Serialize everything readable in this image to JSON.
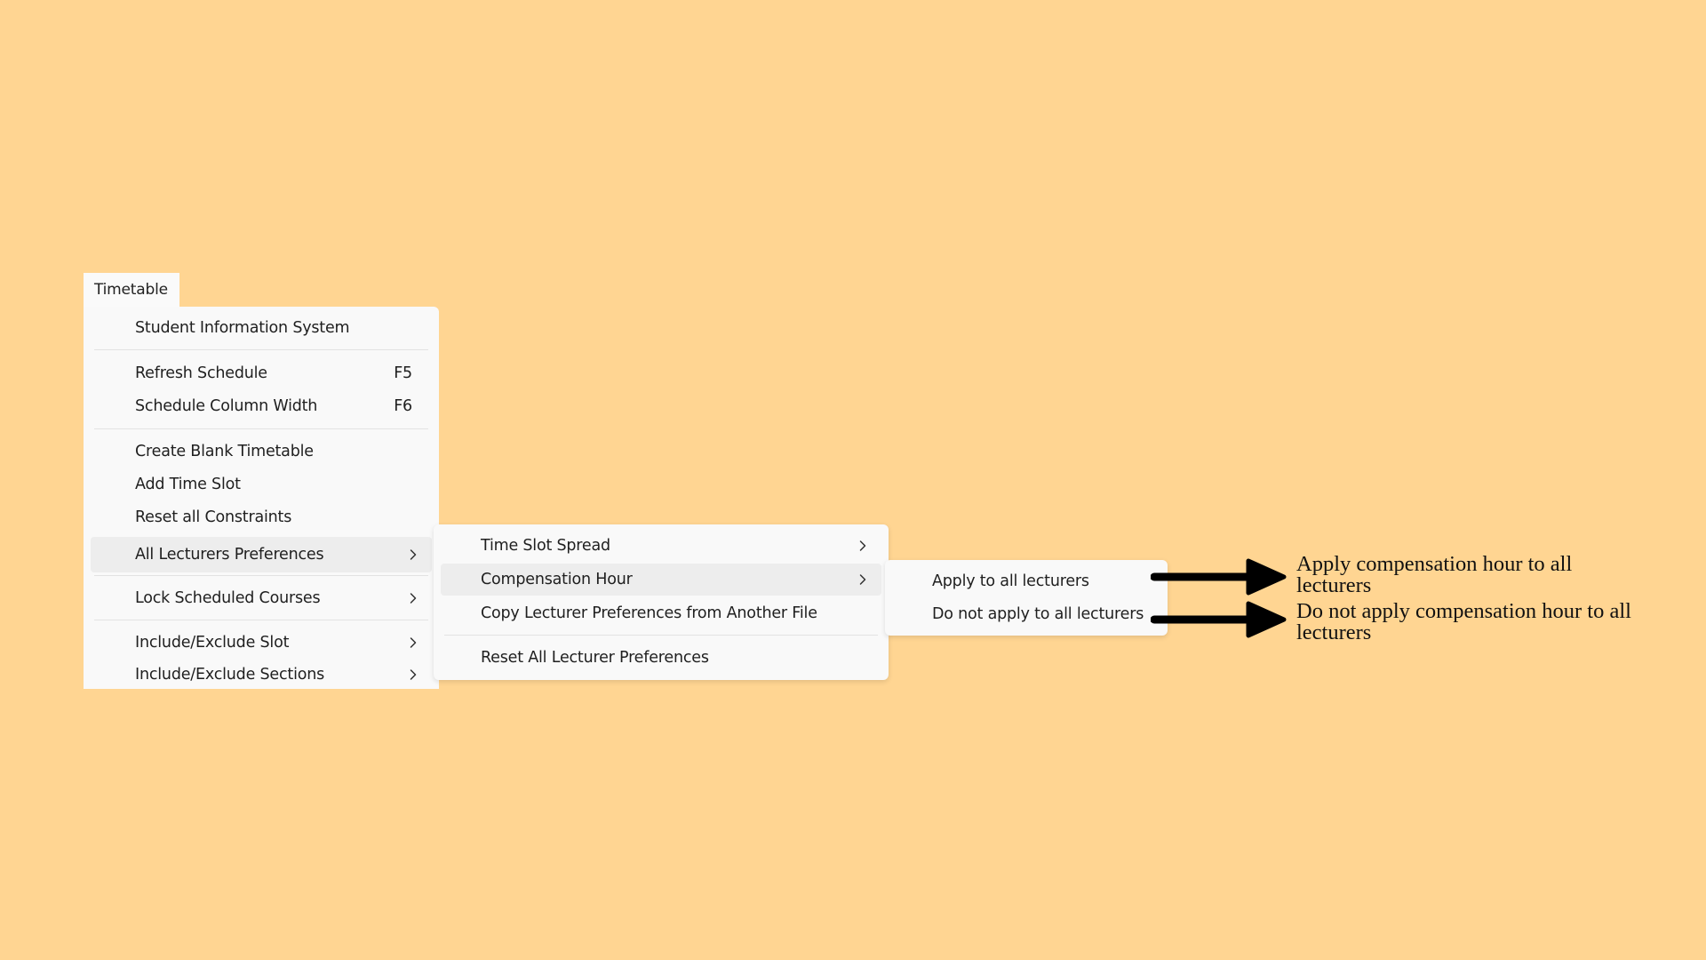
{
  "menubar": {
    "timetable_label": "Timetable"
  },
  "main_menu": {
    "items": [
      {
        "label": "Student Information System",
        "shortcut": ""
      },
      {
        "label": "Refresh Schedule",
        "shortcut": "F5"
      },
      {
        "label": "Schedule Column Width",
        "shortcut": "F6"
      },
      {
        "label": "Create Blank Timetable",
        "shortcut": ""
      },
      {
        "label": "Add Time Slot",
        "shortcut": ""
      },
      {
        "label": "Reset all Constraints",
        "shortcut": ""
      },
      {
        "label": "All Lecturers Preferences",
        "submenu": true,
        "highlighted": true
      },
      {
        "label": "Lock Scheduled Courses",
        "submenu": true
      },
      {
        "label": "Include/Exclude Slot",
        "submenu": true
      },
      {
        "label": "Include/Exclude Sections",
        "submenu": true
      }
    ]
  },
  "lecturers_submenu": {
    "items": [
      {
        "label": "Time Slot Spread",
        "submenu": true
      },
      {
        "label": "Compensation Hour",
        "submenu": true,
        "highlighted": true
      },
      {
        "label": "Copy Lecturer Preferences from Another File"
      },
      {
        "label": "Reset All Lecturer Preferences"
      }
    ]
  },
  "compensation_submenu": {
    "items": [
      {
        "label": "Apply to all lecturers"
      },
      {
        "label": "Do not apply to all lecturers"
      }
    ]
  },
  "annotations": {
    "apply": "Apply compensation hour to all lecturers",
    "do_not_apply": "Do not apply compensation hour to all lecturers"
  },
  "colors": {
    "background": "#FFD592",
    "menu_background": "#F9F9F9",
    "highlight": "#EDEDED",
    "arrow": "#000000"
  },
  "icons": {
    "submenu": "chevron-right-icon",
    "annotation": "arrow-right-icon"
  }
}
